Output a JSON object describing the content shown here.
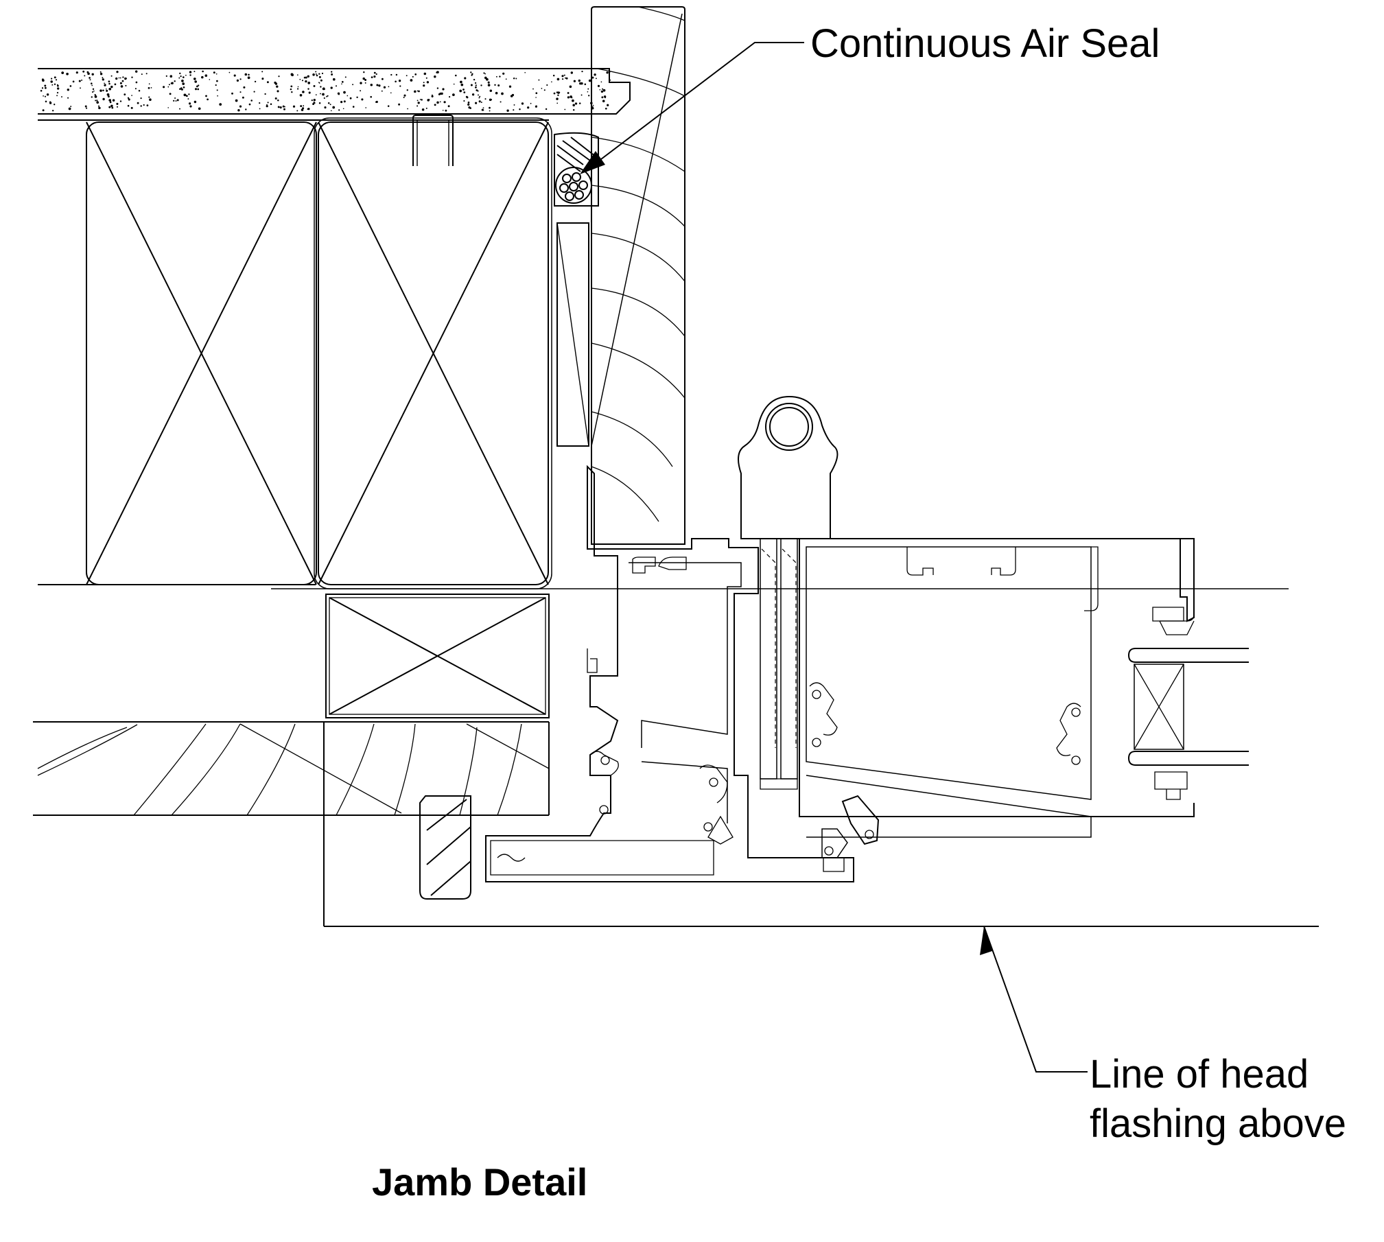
{
  "title": "Jamb Detail",
  "callouts": {
    "air_seal": "Continuous Air Seal",
    "head_flashing_line1": "Line of head",
    "head_flashing_line2": "flashing above"
  },
  "colors": {
    "line": "#000000",
    "background": "#ffffff"
  }
}
